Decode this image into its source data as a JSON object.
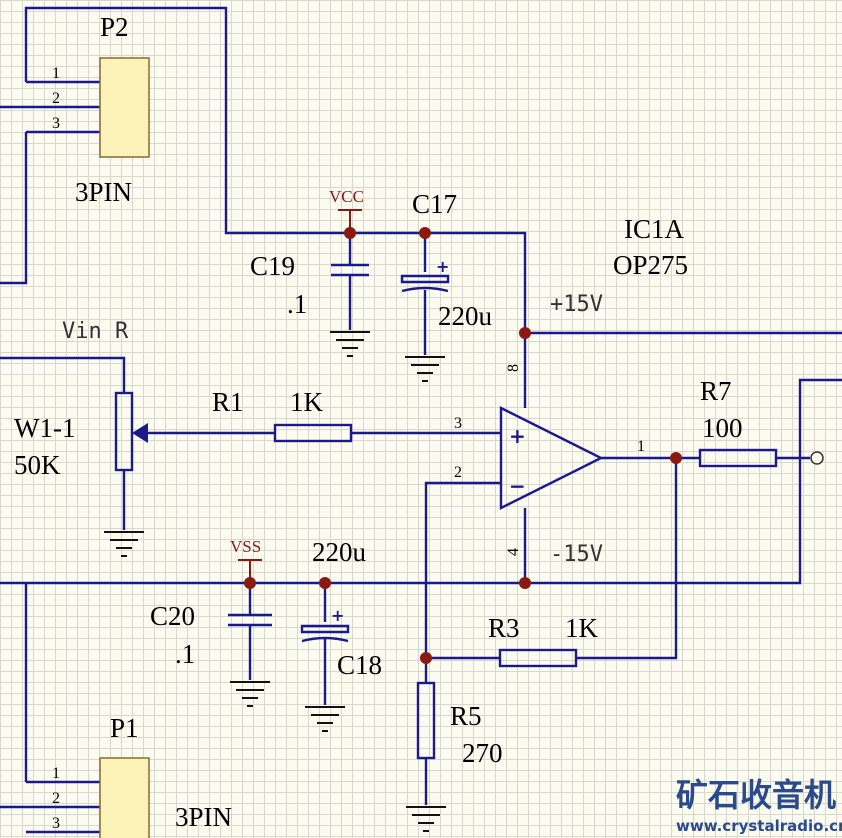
{
  "labels": {
    "p2_ref": "P2",
    "p2_value": "3PIN",
    "p1_ref": "P1",
    "p1_value": "3PIN",
    "pin1": "1",
    "pin2": "2",
    "pin3": "3",
    "vcc": "VCC",
    "vss": "VSS",
    "c17_ref": "C17",
    "c17_value": "220u",
    "c19_ref": "C19",
    "c19_value": ".1",
    "c20_ref": "C20",
    "c20_value": ".1",
    "c18_ref": "C18",
    "c18_value": "220u",
    "ic_ref": "IC1A",
    "ic_value": "OP275",
    "plus15": "+15V",
    "minus15": "-15V",
    "vin": "Vin R",
    "w1_ref": "W1-1",
    "w1_value": "50K",
    "r1_ref": "R1",
    "r1_value": "1K",
    "r7_ref": "R7",
    "r7_value": "100",
    "r3_ref": "R3",
    "r3_value": "1K",
    "r5_ref": "R5",
    "r5_value": "270",
    "opamp_pin3": "3",
    "opamp_pin2": "2",
    "opamp_pin1": "1",
    "opamp_pin8": "8",
    "opamp_pin4": "4",
    "opamp_plus": "+",
    "opamp_minus": "−",
    "cap_plus": "+"
  },
  "watermark": {
    "brand": "矿石收音机",
    "url": "www.crystalradio.cn"
  },
  "colors": {
    "wire": "#1a1a8c",
    "junction": "#8a1a10",
    "connector_fill": "#fbf3b8",
    "grid": "#d8d8d0"
  }
}
